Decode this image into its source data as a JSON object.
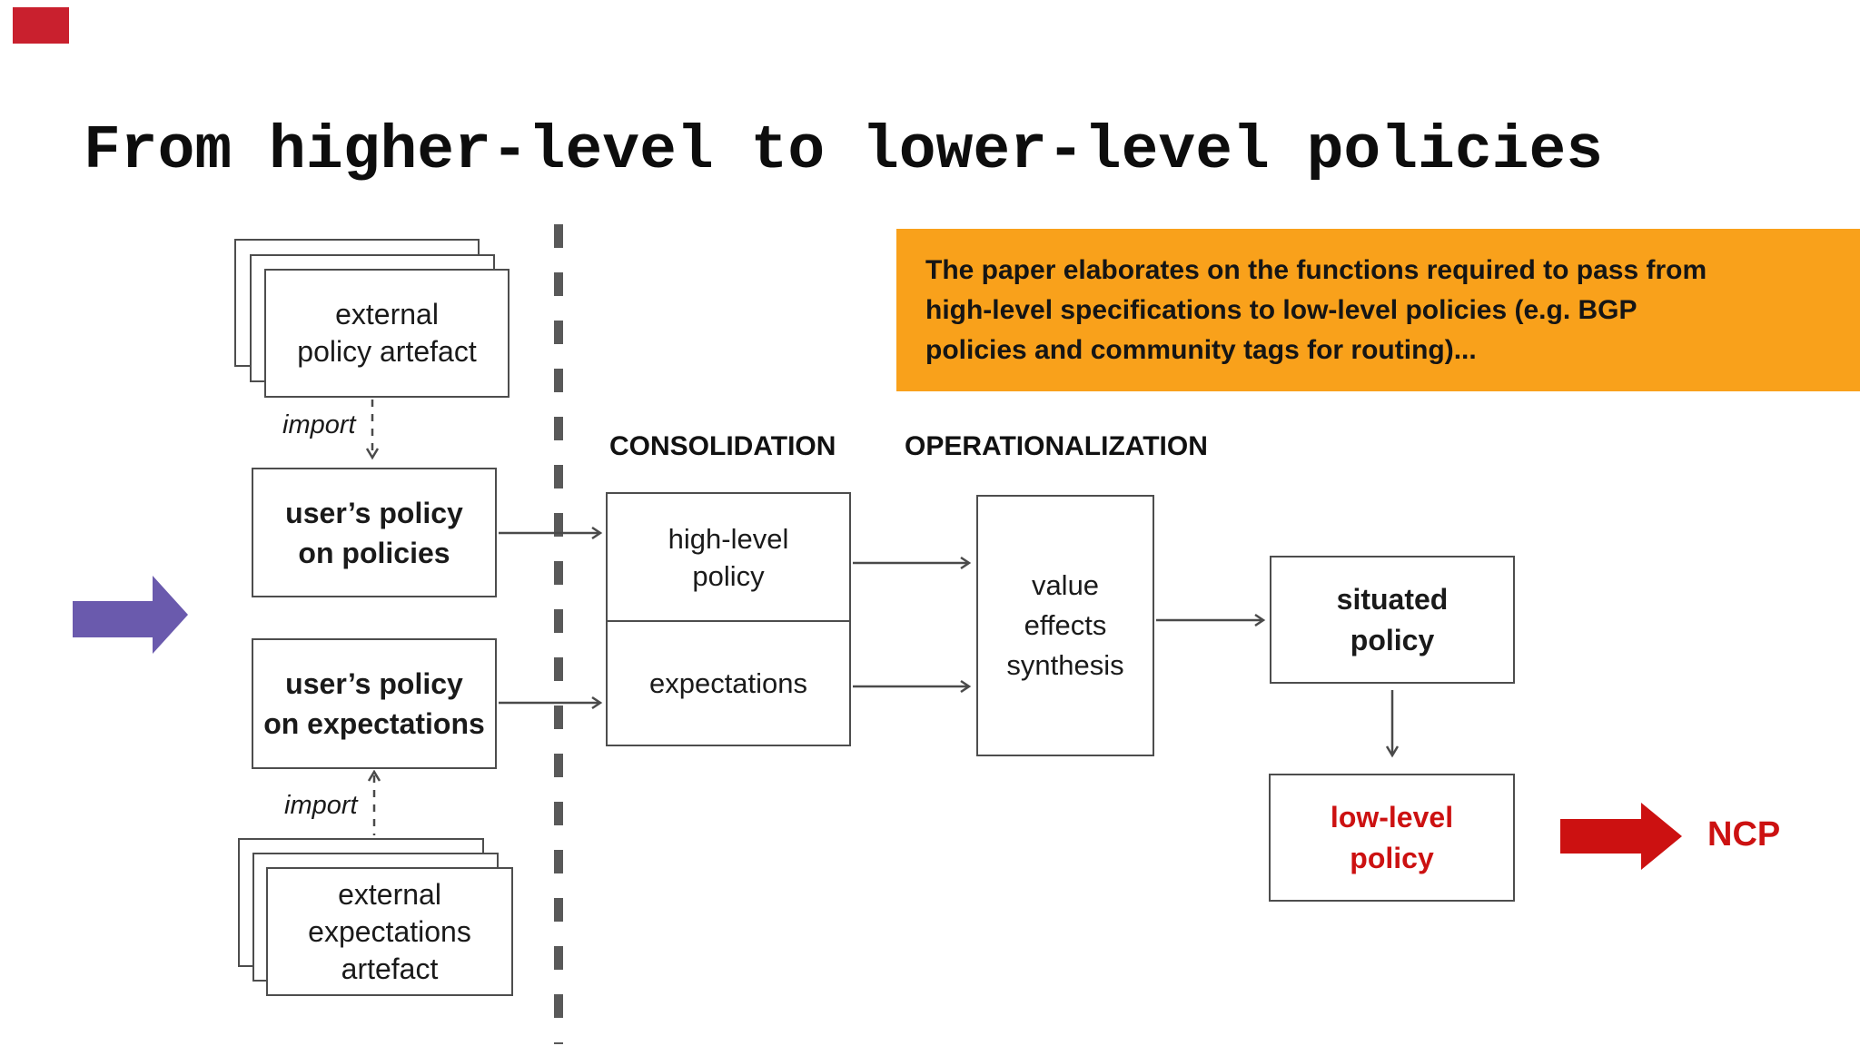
{
  "slide": {
    "title": "From higher-level to lower-level policies"
  },
  "callout": {
    "lines": [
      "The paper elaborates on the functions required to pass from",
      "high-level specifications to low-level policies (e.g. BGP",
      "policies and community tags for routing)..."
    ],
    "bg_color": "#f9a11b"
  },
  "diagram": {
    "external_policy_stack": {
      "lines": [
        "external",
        "policy artefact"
      ]
    },
    "import_top_label": "import",
    "user_policy_policies": {
      "lines": [
        "user’s policy",
        "on policies"
      ]
    },
    "user_policy_expectations": {
      "lines": [
        "user’s policy",
        "on expectations"
      ]
    },
    "import_bottom_label": "import",
    "external_expectations_stack": {
      "lines": [
        "external",
        "expectations",
        "artefact"
      ]
    },
    "consolidation_label": "CONSOLIDATION",
    "operationalization_label": "OPERATIONALIZATION",
    "consolidation_box": {
      "top_lines": [
        "high-level",
        "policy"
      ],
      "bottom_label": "expectations"
    },
    "value_effects_synthesis": {
      "lines": [
        "value",
        "effects",
        "synthesis"
      ]
    },
    "situated_policy": {
      "lines": [
        "situated",
        "policy"
      ]
    },
    "low_level_policy": {
      "lines": [
        "low-level",
        "policy"
      ]
    },
    "ncp_label": "NCP",
    "colors": {
      "purple_arrow": "#6a5aad",
      "red_arrow": "#cc1111",
      "box_border": "#4d4d4d",
      "divider_gray": "#595959",
      "corner_accent": "#c9202e"
    }
  }
}
